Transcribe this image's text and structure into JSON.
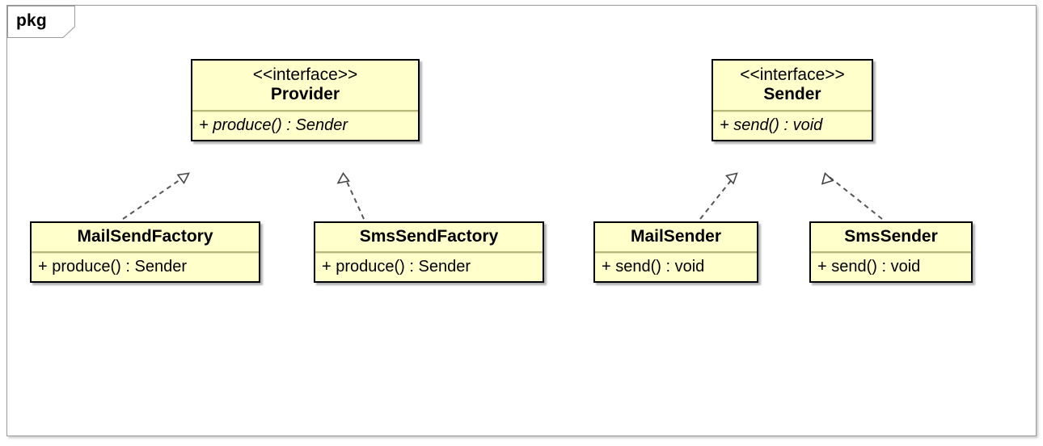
{
  "diagram": {
    "frame_label": "pkg",
    "kind": "uml-class-diagram",
    "background": "#ffffff",
    "frame_border_color": "#9a9a9a",
    "class_fill_color": "#ffffcc",
    "class_border_color": "#000000",
    "relation_line_color": "#555555"
  },
  "classes": [
    {
      "id": "provider",
      "name": "Provider",
      "stereotype": "<<interface>>",
      "members": [
        "+ produce() : Sender"
      ],
      "abstract_members": true
    },
    {
      "id": "sender",
      "name": "Sender",
      "stereotype": "<<interface>>",
      "members": [
        "+ send() : void"
      ],
      "abstract_members": true
    },
    {
      "id": "mailsendfactory",
      "name": "MailSendFactory",
      "stereotype": "",
      "members": [
        "+ produce() : Sender"
      ],
      "abstract_members": false
    },
    {
      "id": "smssendfactory",
      "name": "SmsSendFactory",
      "stereotype": "",
      "members": [
        "+ produce() : Sender"
      ],
      "abstract_members": false
    },
    {
      "id": "mailsender",
      "name": "MailSender",
      "stereotype": "",
      "members": [
        "+ send() : void"
      ],
      "abstract_members": false
    },
    {
      "id": "smssender",
      "name": "SmsSender",
      "stereotype": "",
      "members": [
        "+ send() : void"
      ],
      "abstract_members": false
    }
  ],
  "relations": [
    {
      "type": "realization",
      "from": "MailSendFactory",
      "to": "Provider"
    },
    {
      "type": "realization",
      "from": "SmsSendFactory",
      "to": "Provider"
    },
    {
      "type": "realization",
      "from": "MailSender",
      "to": "Sender"
    },
    {
      "type": "realization",
      "from": "SmsSender",
      "to": "Sender"
    }
  ]
}
